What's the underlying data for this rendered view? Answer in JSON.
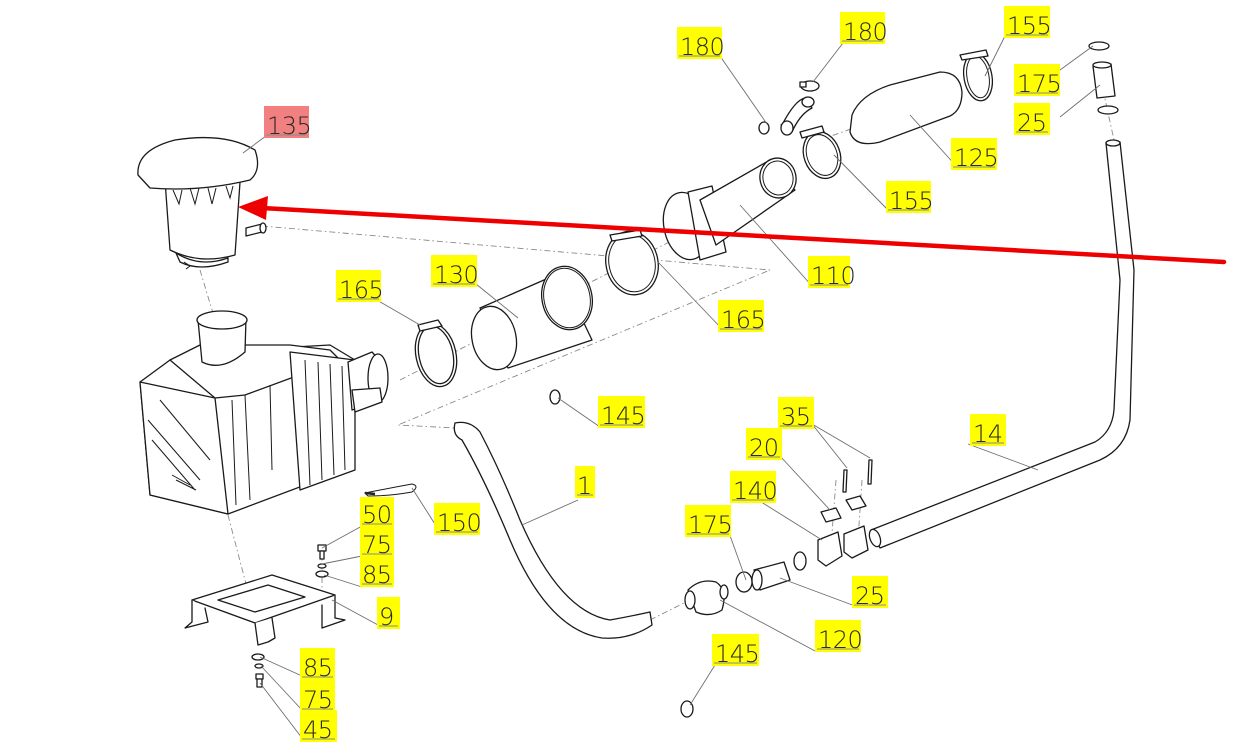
{
  "diagram": {
    "title": "Air intake system exploded view",
    "accent_color": "#ffff00",
    "highlight_color": "#f28080",
    "pointer_color": "#ee0000",
    "highlighted_part": "135",
    "callouts": [
      {
        "id": "c135",
        "label": "135",
        "part": "pre-cleaner cap",
        "highlight": true
      },
      {
        "id": "c180a",
        "label": "180",
        "part": "small hose clamp"
      },
      {
        "id": "c180b",
        "label": "180",
        "part": "small hose clamp"
      },
      {
        "id": "c155a",
        "label": "155",
        "part": "T-bolt clamp"
      },
      {
        "id": "c155b",
        "label": "155",
        "part": "T-bolt clamp"
      },
      {
        "id": "c175a",
        "label": "175",
        "part": "hose clamp"
      },
      {
        "id": "c25a",
        "label": "25",
        "part": "hose sleeve"
      },
      {
        "id": "c125",
        "label": "125",
        "part": "intake hose"
      },
      {
        "id": "c110",
        "label": "110",
        "part": "reducer tube"
      },
      {
        "id": "c165a",
        "label": "165",
        "part": "T-bolt clamp"
      },
      {
        "id": "c130",
        "label": "130",
        "part": "intake hose"
      },
      {
        "id": "c165b",
        "label": "165",
        "part": "T-bolt clamp"
      },
      {
        "id": "c145a",
        "label": "145",
        "part": "hose clamp"
      },
      {
        "id": "c35",
        "label": "35",
        "part": "bolt"
      },
      {
        "id": "c20",
        "label": "20",
        "part": "clamp plate"
      },
      {
        "id": "c14",
        "label": "14",
        "part": "breather tube"
      },
      {
        "id": "c140",
        "label": "140",
        "part": "tube holder"
      },
      {
        "id": "c1",
        "label": "1",
        "part": "hose"
      },
      {
        "id": "c175b",
        "label": "175",
        "part": "hose clamp"
      },
      {
        "id": "c25b",
        "label": "25",
        "part": "hose sleeve"
      },
      {
        "id": "c120",
        "label": "120",
        "part": "check valve"
      },
      {
        "id": "c145b",
        "label": "145",
        "part": "hose clamp"
      },
      {
        "id": "c150",
        "label": "150",
        "part": "cable tie"
      },
      {
        "id": "c50",
        "label": "50",
        "part": "bolt"
      },
      {
        "id": "c75a",
        "label": "75",
        "part": "washer"
      },
      {
        "id": "c85a",
        "label": "85",
        "part": "washer"
      },
      {
        "id": "c9",
        "label": "9",
        "part": "mounting bracket"
      },
      {
        "id": "c85b",
        "label": "85",
        "part": "washer"
      },
      {
        "id": "c75b",
        "label": "75",
        "part": "washer"
      },
      {
        "id": "c45",
        "label": "45",
        "part": "bolt"
      }
    ]
  }
}
